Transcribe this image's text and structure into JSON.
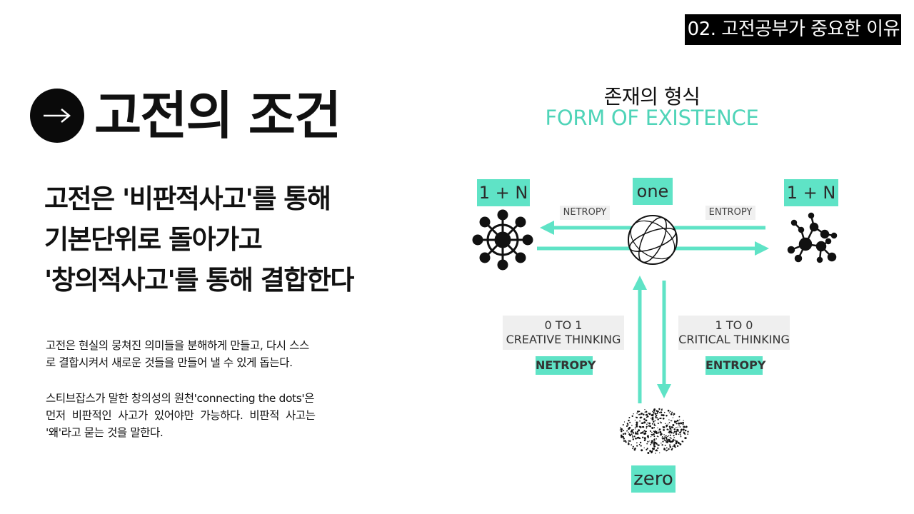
{
  "corner_tag": "02. 고전공부가 중요한 이유",
  "heading": {
    "icon": "arrow-right-icon",
    "title": "고전의 조건"
  },
  "thesis": {
    "line1": "고전은 '비판적사고'를 통해",
    "line2": "기본단위로 돌아가고",
    "line3": "'창의적사고'를 통해 결합한다"
  },
  "body": {
    "p1_line1": "고전은 현실의 뭉쳐진 의미들을 분해하게 만들고, 다시 스스",
    "p1_line2": "로 결합시켜서 새로운 것들을 만들어 낼 수 있게 돕는다.",
    "p2_line1": "스티브잡스가 말한 창의성의 원천'connecting the dots'은",
    "p2_line2": "먼저  비판적인  사고가  있어야만  가능하다.  비판적  사고는",
    "p2_line3": "'왜'라고 묻는 것을 말한다."
  },
  "diagram": {
    "title_ko": "존재의 형식",
    "title_en": "FORM OF EXISTENCE",
    "left_top_box": "1 + N",
    "center_top_box": "one",
    "right_top_box": "1 + N",
    "netropy_small": "NETROPY",
    "entropy_small": "ENTROPY",
    "creative_line1": "0 TO 1",
    "creative_line2": "CREATIVE THINKING",
    "critical_line1": "1 TO 0",
    "critical_line2": "CRITICAL THINKING",
    "netropy_box": "NETROPY",
    "entropy_box": "ENTROPY",
    "zero_box": "zero",
    "accent_color": "#5fe3c6"
  }
}
